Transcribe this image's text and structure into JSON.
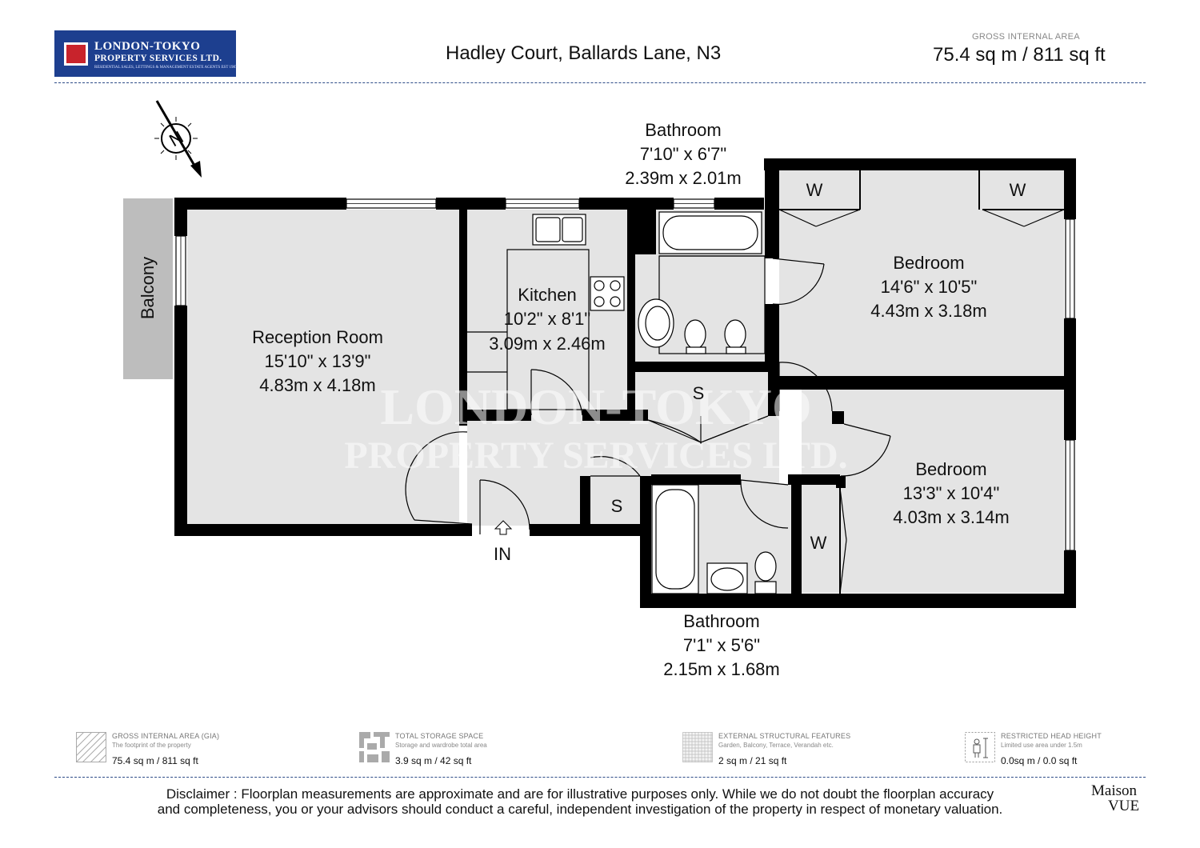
{
  "header": {
    "logo_name_line1": "LONDON-TOKYO",
    "logo_name_line2": "PROPERTY SERVICES LTD.",
    "logo_tagline": "RESIDENTIAL SALES, LETTINGS & MANAGEMENT ESTATE AGENTS EST 1987",
    "property_title": "Hadley Court, Ballards Lane, N3",
    "gia_caption": "GROSS INTERNAL AREA",
    "gia_value": "75.4 sq m / 811 sq ft"
  },
  "plan": {
    "compass_letter": "N",
    "balcony_label": "Balcony",
    "entrance_label": "IN",
    "watermark_line1": "LONDON-TOKYO",
    "watermark_line2": "PROPERTY SERVICES LTD.",
    "rooms": {
      "reception": {
        "name": "Reception Room",
        "imperial": "15'10\" x 13'9\"",
        "metric": "4.83m x 4.18m"
      },
      "kitchen": {
        "name": "Kitchen",
        "imperial": "10'2\" x 8'1\"",
        "metric": "3.09m x 2.46m"
      },
      "bathroom_top": {
        "name": "Bathroom",
        "imperial": "7'10\" x 6'7\"",
        "metric": "2.39m x 2.01m"
      },
      "bedroom_top": {
        "name": "Bedroom",
        "imperial": "14'6\" x 10'5\"",
        "metric": "4.43m x 3.18m"
      },
      "bedroom_bottom": {
        "name": "Bedroom",
        "imperial": "13'3\" x 10'4\"",
        "metric": "4.03m x 3.14m"
      },
      "bathroom_bottom": {
        "name": "Bathroom",
        "imperial": "7'1\" x 5'6\"",
        "metric": "2.15m x 1.68m"
      }
    },
    "storage_labels": {
      "hall_cupboard": "S",
      "small_cupboard": "S"
    },
    "wardrobe_labels": {
      "w1": "W",
      "w2": "W",
      "w3": "W"
    }
  },
  "legend": [
    {
      "title": "GROSS INTERNAL AREA (GIA)",
      "subtitle": "The footprint of the property",
      "value": "75.4 sq m / 811 sq ft"
    },
    {
      "title": "TOTAL STORAGE SPACE",
      "subtitle": "Storage and wardrobe total area",
      "value": "3.9 sq m / 42 sq ft"
    },
    {
      "title": "EXTERNAL STRUCTURAL FEATURES",
      "subtitle": "Garden, Balcony, Terrace, Verandah etc.",
      "value": "2 sq m / 21 sq ft"
    },
    {
      "title": "RESTRICTED HEAD HEIGHT",
      "subtitle": "Limited use area under 1.5m",
      "value": "0.0sq m / 0.0 sq ft"
    }
  ],
  "footer": {
    "disclaimer_line1": "Disclaimer : Floorplan measurements are approximate and are for illustrative purposes only. While we do not doubt the floorplan accuracy",
    "disclaimer_line2": "and completeness, you or your advisors should conduct a careful, independent investigation of the property in respect of monetary valuation.",
    "brand_line1": "Maison",
    "brand_line2": "VUE"
  },
  "colors": {
    "wall": "#000000",
    "room_fill": "#e4e4e4",
    "balcony_fill": "#bdbdbd",
    "logo_bg": "#1d3f8f",
    "rule": "#2c4a86"
  }
}
